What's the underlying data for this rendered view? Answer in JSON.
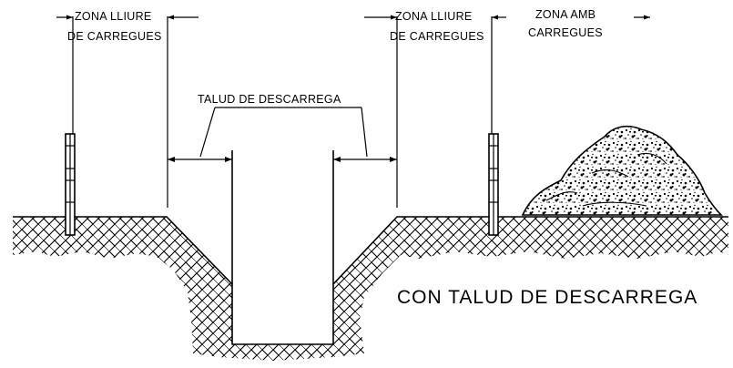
{
  "labels": {
    "zone_free_left_line1": "ZONA LLIURE",
    "zone_free_left_line2": "DE CARREGUES",
    "zone_free_right_line1": "ZONA LLIURE",
    "zone_free_right_line2": "DE CARREGUES",
    "zone_loads_line1": "ZONA AMB",
    "zone_loads_line2": "CARREGUES",
    "slope_label": "TALUD DE DESCARREGA",
    "caption": "CON TALUD DE DESCARREGA"
  }
}
